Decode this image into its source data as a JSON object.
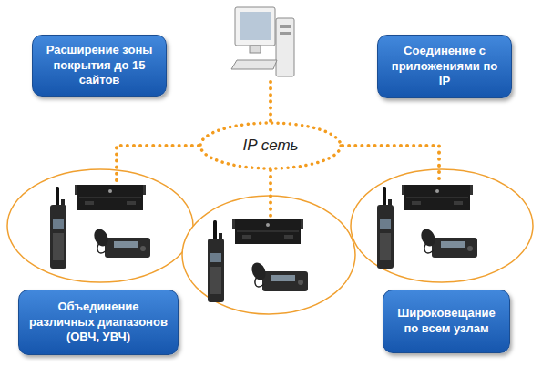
{
  "diagram": {
    "nodes": [
      {
        "text": [
          "Расширение зоны покрытия до 15 сайтов"
        ]
      },
      {
        "text": [
          "Соединение с приложениями по IP"
        ]
      },
      {
        "text": [
          "IP сеть"
        ]
      },
      {
        "text": [
          "Объединение различных диапазонов (ОВЧ, УВЧ)"
        ]
      },
      {
        "text": [
          "Широковещание по всем узлам"
        ]
      }
    ]
  }
}
